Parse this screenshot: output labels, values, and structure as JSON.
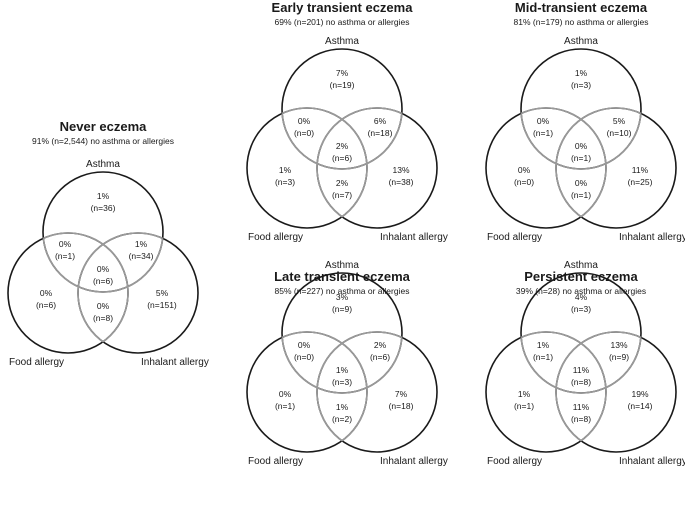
{
  "labels": {
    "asthma": "Asthma",
    "food_allergy": "Food allergy",
    "inhalant_allergy": "Inhalant allergy"
  },
  "panels": [
    {
      "id": "never",
      "title": "Never eczema",
      "subtitle": "91% (n=2,544) no asthma or allergies",
      "regions": {
        "a_only": {
          "pct": "1%",
          "n": "(n=36)"
        },
        "a_f": {
          "pct": "0%",
          "n": "(n=1)"
        },
        "a_i": {
          "pct": "1%",
          "n": "(n=34)"
        },
        "all": {
          "pct": "0%",
          "n": "(n=6)"
        },
        "f_only": {
          "pct": "0%",
          "n": "(n=6)"
        },
        "f_i": {
          "pct": "0%",
          "n": "(n=8)"
        },
        "i_only": {
          "pct": "5%",
          "n": "(n=151)"
        }
      }
    },
    {
      "id": "early",
      "title": "Early transient eczema",
      "subtitle": "69% (n=201) no asthma or allergies",
      "regions": {
        "a_only": {
          "pct": "7%",
          "n": "(n=19)"
        },
        "a_f": {
          "pct": "0%",
          "n": "(n=0)"
        },
        "a_i": {
          "pct": "6%",
          "n": "(n=18)"
        },
        "all": {
          "pct": "2%",
          "n": "(n=6)"
        },
        "f_only": {
          "pct": "1%",
          "n": "(n=3)"
        },
        "f_i": {
          "pct": "2%",
          "n": "(n=7)"
        },
        "i_only": {
          "pct": "13%",
          "n": "(n=38)"
        }
      }
    },
    {
      "id": "mid",
      "title": "Mid-transient eczema",
      "subtitle": "81% (n=179) no asthma or allergies",
      "regions": {
        "a_only": {
          "pct": "1%",
          "n": "(n=3)"
        },
        "a_f": {
          "pct": "0%",
          "n": "(n=1)"
        },
        "a_i": {
          "pct": "5%",
          "n": "(n=10)"
        },
        "all": {
          "pct": "0%",
          "n": "(n=1)"
        },
        "f_only": {
          "pct": "0%",
          "n": "(n=0)"
        },
        "f_i": {
          "pct": "0%",
          "n": "(n=1)"
        },
        "i_only": {
          "pct": "11%",
          "n": "(n=25)"
        }
      }
    },
    {
      "id": "late",
      "title": "Late transient eczema",
      "subtitle": "85% (n=227) no asthma or allergies",
      "regions": {
        "a_only": {
          "pct": "3%",
          "n": "(n=9)"
        },
        "a_f": {
          "pct": "0%",
          "n": "(n=0)"
        },
        "a_i": {
          "pct": "2%",
          "n": "(n=6)"
        },
        "all": {
          "pct": "1%",
          "n": "(n=3)"
        },
        "f_only": {
          "pct": "0%",
          "n": "(n=1)"
        },
        "f_i": {
          "pct": "1%",
          "n": "(n=2)"
        },
        "i_only": {
          "pct": "7%",
          "n": "(n=18)"
        }
      }
    },
    {
      "id": "persistent",
      "title": "Persistent eczema",
      "subtitle": "39% (n=28) no asthma or allergies",
      "regions": {
        "a_only": {
          "pct": "4%",
          "n": "(n=3)"
        },
        "a_f": {
          "pct": "1%",
          "n": "(n=1)"
        },
        "a_i": {
          "pct": "13%",
          "n": "(n=9)"
        },
        "all": {
          "pct": "11%",
          "n": "(n=8)"
        },
        "f_only": {
          "pct": "1%",
          "n": "(n=1)"
        },
        "f_i": {
          "pct": "11%",
          "n": "(n=8)"
        },
        "i_only": {
          "pct": "19%",
          "n": "(n=14)"
        }
      }
    }
  ],
  "colors": {
    "outline": "#1a1a1a",
    "inner_arc": "#9a9a9a",
    "text": "#1a1a1a"
  }
}
